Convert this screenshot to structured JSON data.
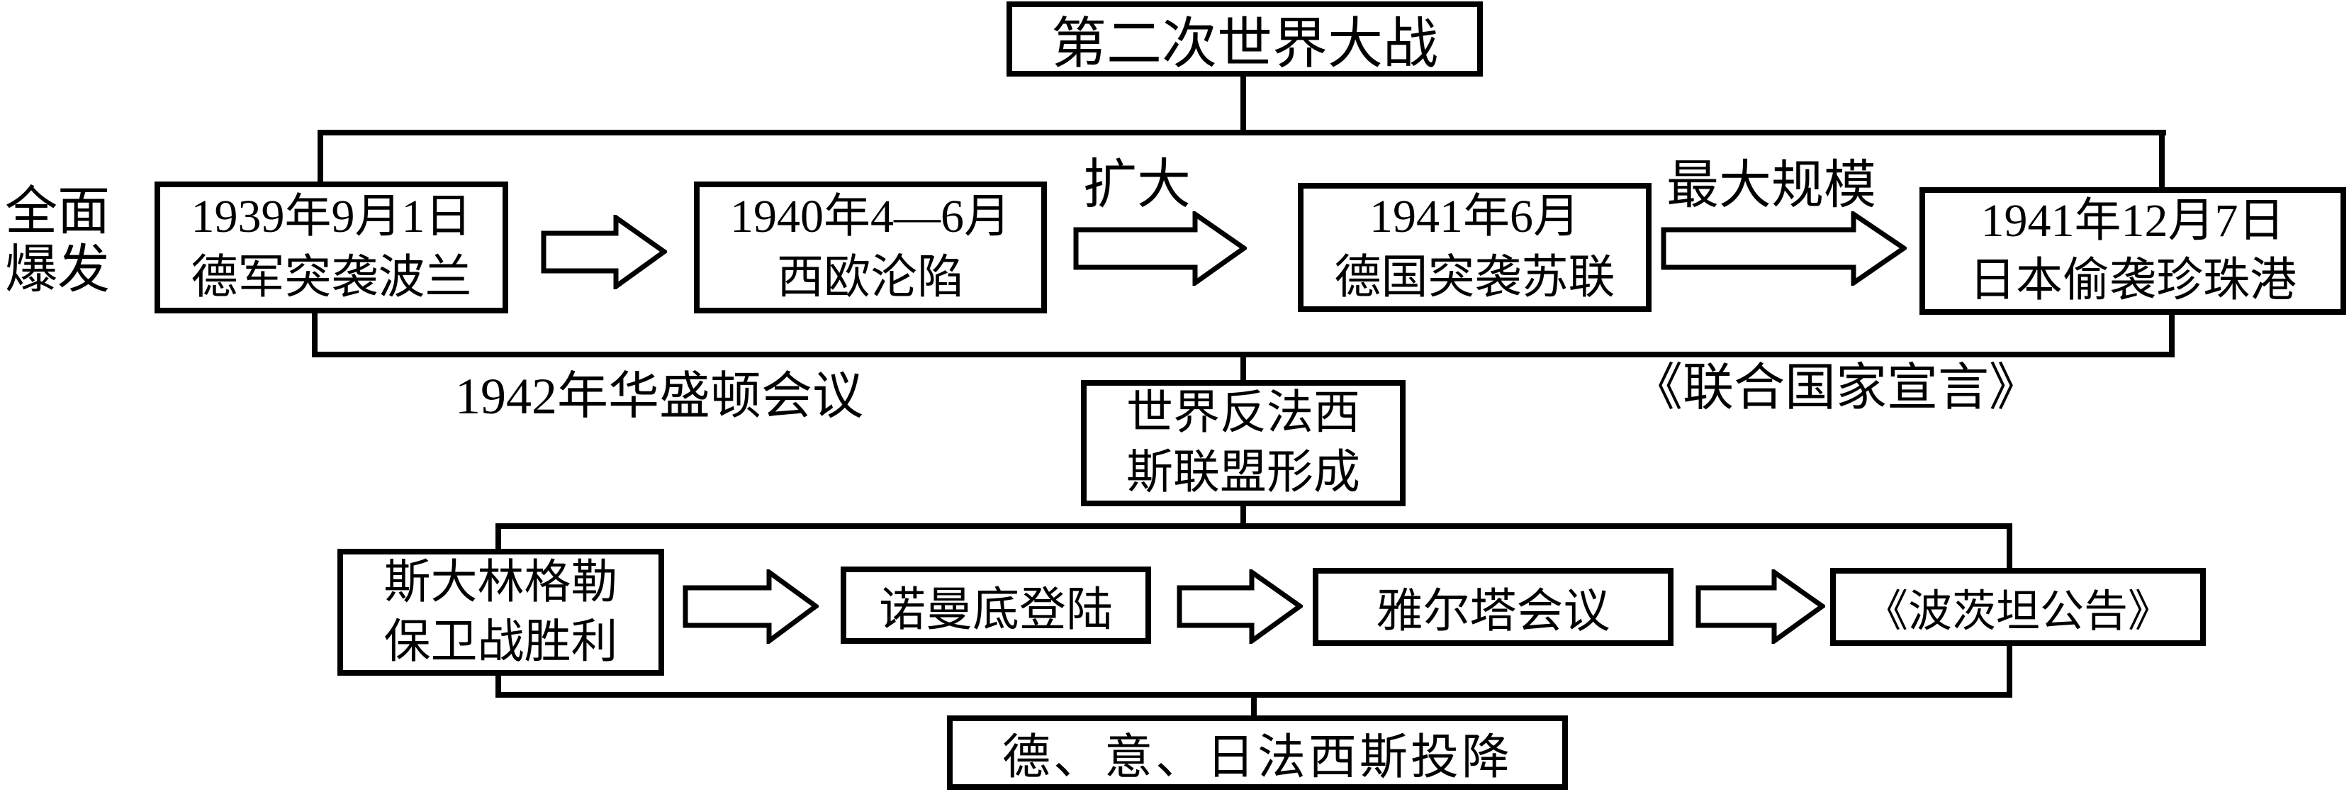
{
  "colors": {
    "background": "#ffffff",
    "line": "#000000",
    "text": "#000000"
  },
  "nodes": {
    "ww2": {
      "text": "第二次世界大战"
    },
    "poland": {
      "line1": "1939年9月1日",
      "line2": "德军突袭波兰"
    },
    "western_europe": {
      "line1": "1940年4—6月",
      "line2": "西欧沦陷"
    },
    "ussr": {
      "line1": "1941年6月",
      "line2": "德国突袭苏联"
    },
    "pearl_harbor": {
      "line1": "1941年12月7日",
      "line2": "日本偷袭珍珠港"
    },
    "alliance": {
      "line1": "世界反法西",
      "line2": "斯联盟形成"
    },
    "stalingrad": {
      "line1": "斯大林格勒",
      "line2": "保卫战胜利"
    },
    "normandy": {
      "text": "诺曼底登陆"
    },
    "yalta": {
      "text": "雅尔塔会议"
    },
    "potsdam": {
      "text": "《波茨坦公告》"
    },
    "surrender": {
      "text": "德、意、日法西斯投降"
    }
  },
  "labels": {
    "outbreak": {
      "line1": "全面",
      "line2": "爆发"
    },
    "expand": {
      "text": "扩大"
    },
    "max_scale": {
      "text": "最大规模"
    },
    "washington": {
      "text": "1942年华盛顿会议"
    },
    "un_declaration": {
      "text": "《联合国家宣言》"
    }
  }
}
